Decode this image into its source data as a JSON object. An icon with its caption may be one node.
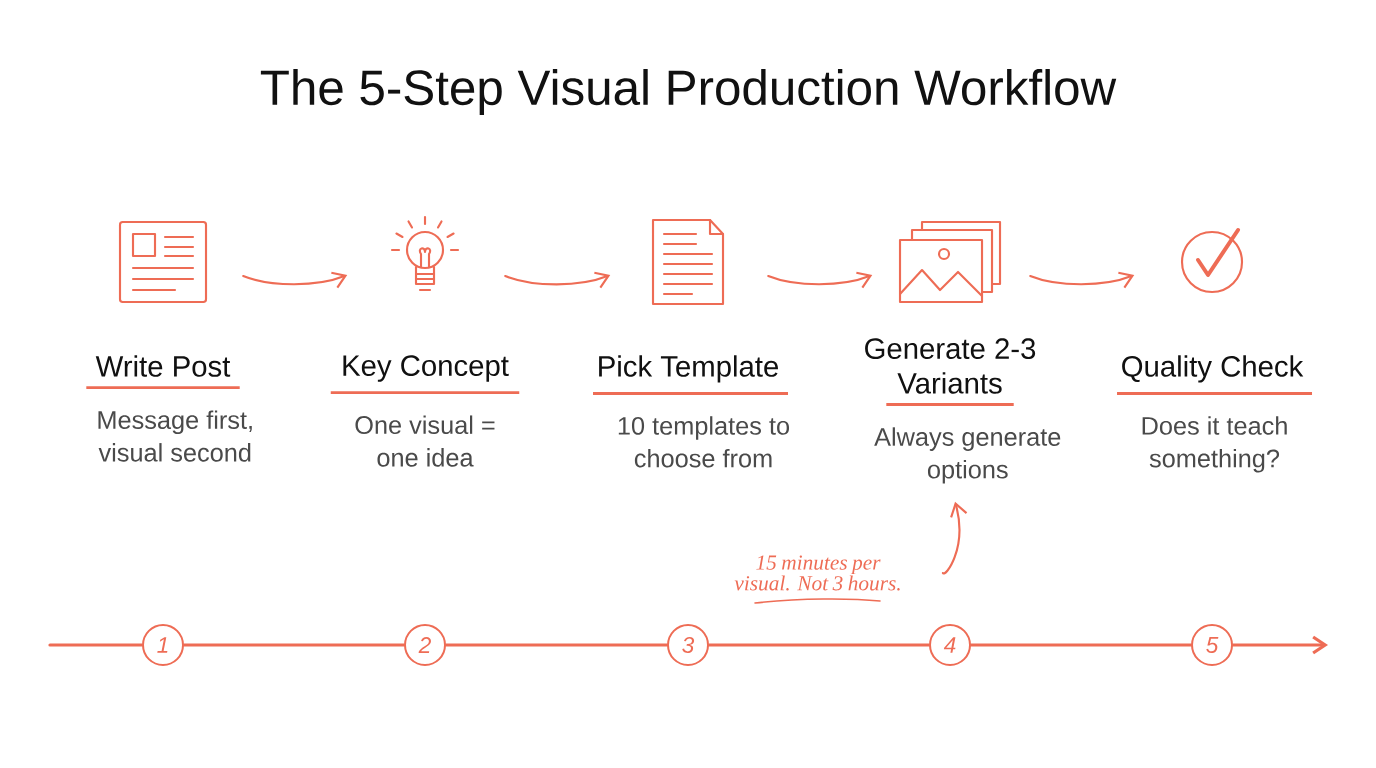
{
  "diagram": {
    "title": "The 5-Step Visual Production Workflow",
    "nodes": [
      {
        "text": [],
        "shape": "picture"
      },
      {
        "text": [],
        "shape": "picture"
      },
      {
        "text": [],
        "shape": "picture"
      },
      {
        "text": [],
        "shape": "picture"
      },
      {
        "text": [],
        "shape": "picture"
      },
      {
        "text": [
          "Write Post",
          "Message first, visual second"
        ]
      },
      {
        "text": [
          "Key Concept",
          "One visual = one idea"
        ]
      },
      {
        "text": [
          "Pick Template",
          "10 templates to choose from"
        ]
      },
      {
        "text": [
          "Generate 2-3 Variants",
          "Always generate options"
        ]
      },
      {
        "text": [
          "Quality Check",
          "Does it teach something?"
        ]
      },
      {
        "text": [
          "1"
        ]
      },
      {
        "text": [
          "2"
        ]
      },
      {
        "text": [
          "3"
        ]
      },
      {
        "text": [
          "4"
        ]
      },
      {
        "text": [
          "5"
        ]
      },
      {
        "text": [
          "15 minutes per visual. Not 3 hours."
        ]
      }
    ],
    "edges": [
      {
        "from": 0,
        "to": 1,
        "arrow": "to"
      },
      {
        "from": 1,
        "to": 2,
        "arrow": "to"
      },
      {
        "from": 2,
        "to": 3,
        "arrow": "to"
      },
      {
        "from": 3,
        "to": 4,
        "arrow": "to"
      },
      {
        "from": null,
        "to": 10,
        "arrow": "none"
      },
      {
        "from": 10,
        "to": 11,
        "arrow": "none"
      },
      {
        "from": 11,
        "to": 12,
        "arrow": "none"
      },
      {
        "from": 12,
        "to": 13,
        "arrow": "none"
      },
      {
        "from": 13,
        "to": 14,
        "arrow": "none"
      },
      {
        "from": 14,
        "to": null,
        "arrow": "to"
      },
      {
        "from": 15,
        "to": 8,
        "arrow": "to"
      }
    ]
  }
}
